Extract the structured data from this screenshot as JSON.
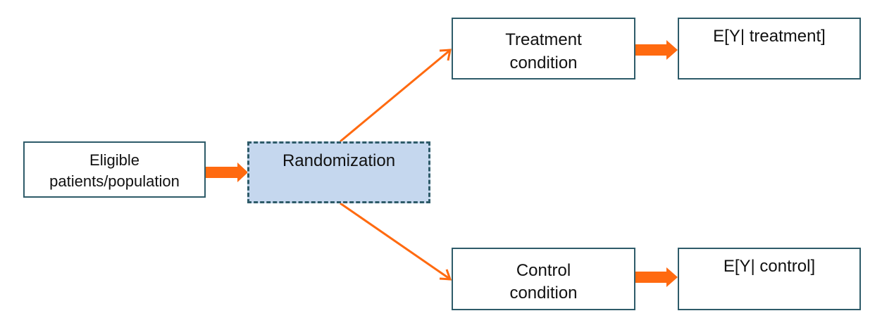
{
  "nodes": {
    "eligible": {
      "line1": "Eligible",
      "line2": "patients/population"
    },
    "randomization": {
      "label": "Randomization"
    },
    "treatment": {
      "line1": "Treatment",
      "line2": "condition"
    },
    "control": {
      "line1": "Control",
      "line2": "condition"
    },
    "outcome_treatment": {
      "label": "E[Y| treatment]"
    },
    "outcome_control": {
      "label": "E[Y| control]"
    }
  },
  "colors": {
    "box_border": "#2e5b69",
    "randomization_fill": "#c5d7ee",
    "arrow": "#ff6a10"
  }
}
